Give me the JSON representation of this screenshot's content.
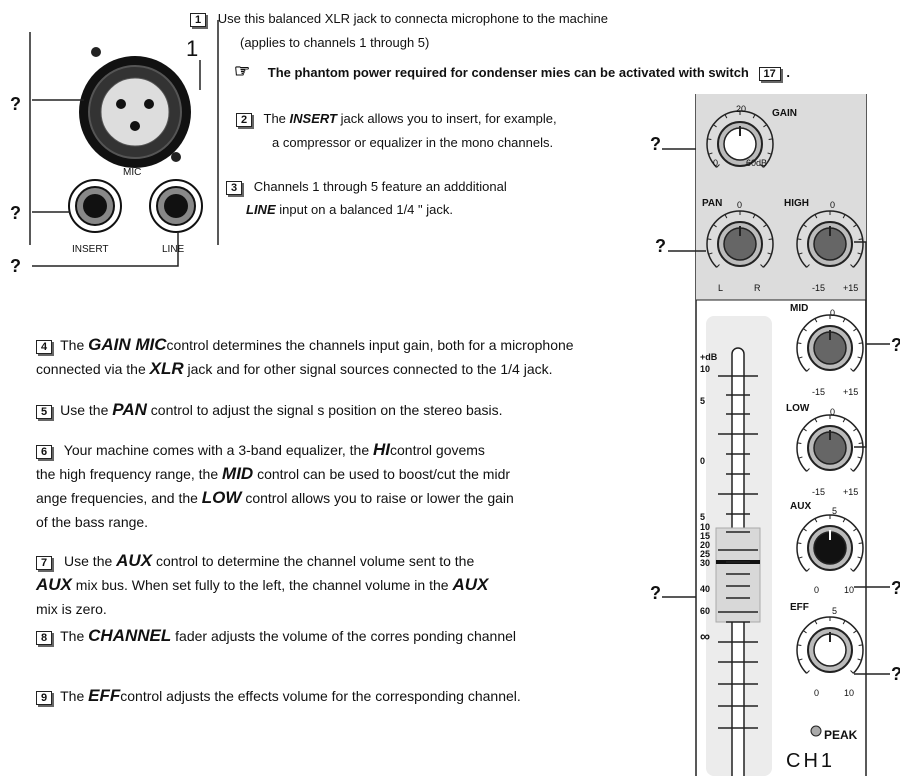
{
  "top_panel": {
    "channel_number": "1",
    "mic_label": "MIC",
    "insert_label": "INSERT",
    "line_label": "LINE",
    "callouts": [
      "?",
      "?",
      "?"
    ]
  },
  "top_notes": {
    "n1_box": "1",
    "n1_line1": "Use this balanced XLR jack to connecta microphone to the machine",
    "n1_line2": "(applies to channels 1 through 5)",
    "hand_icon": "pointing-hand-icon",
    "phantom_text": "The phantom power required for condenser mies can be activated with switch",
    "phantom_switch": "17",
    "phantom_end": ".",
    "n2_box": "2",
    "n2_pre": "The",
    "n2_em": "INSERT",
    "n2_post": "jack allows you to insert, for example,",
    "n2_line2": "a compressor or equalizer in the mono channels.",
    "n3_box": "3",
    "n3_line1": "Channels 1 through 5 feature an addditional",
    "n3_em": "LINE",
    "n3_post": "input on a balanced 1/4 \" jack."
  },
  "paragraphs": {
    "p4_box": "4",
    "p4_pre": "The",
    "p4_em": "GAIN MIC",
    "p4_post": "control determines the channels input gain, both for a microphone",
    "p4_l2_pre": "connected via the",
    "p4_l2_em": "XLR",
    "p4_l2_post": "jack and for other signal sources connected to the 1/4 jack.",
    "p5_box": "5",
    "p5_pre": "Use the",
    "p5_em": "PAN",
    "p5_post": "control to adjust the signal s position on the stereo basis.",
    "p6_box": "6",
    "p6_pre": "Your machine comes with a 3-band equalizer, the",
    "p6_em": "HI",
    "p6_post": "control govems",
    "p6_l2_pre": "the high frequency range, the",
    "p6_l2_em": "MID",
    "p6_l2_post": "control can be used to boost/cut the midr",
    "p6_l3_pre": "ange frequencies, and the",
    "p6_l3_em": "LOW",
    "p6_l3_post": "control allows you to raise or lower the gain",
    "p6_l4": "of the bass range.",
    "p7_box": "7",
    "p7_pre": "Use the",
    "p7_em": "AUX",
    "p7_post": "control to determine the channel volume sent to the",
    "p7_l2_em": "AUX",
    "p7_l2_post": "mix bus. When set fully to the left, the channel volume in the",
    "p7_l2_em2": "AUX",
    "p7_l3": "mix is zero.",
    "p8_box": "8",
    "p8_pre": "The",
    "p8_em": "CHANNEL",
    "p8_post": "fader adjusts the volume of the corres ponding channel",
    "p9_box": "9",
    "p9_pre": "The",
    "p9_em": "EFF",
    "p9_post": "control adjusts the effects volume for the corresponding channel."
  },
  "strip": {
    "gain_label": "GAIN",
    "gain_top": "20",
    "gain_min": "0",
    "gain_max": "60dB",
    "pan_label": "PAN",
    "pan_top": "0",
    "pan_l": "L",
    "pan_r": "R",
    "high_label": "HIGH",
    "high_top": "0",
    "high_min": "-15",
    "high_max": "+15",
    "mid_label": "MID",
    "mid_top": "0",
    "mid_min": "-15",
    "mid_max": "+15",
    "low_label": "LOW",
    "low_top": "0",
    "low_min": "-15",
    "low_max": "+15",
    "aux_label": "AUX",
    "aux_top": "5",
    "aux_min": "0",
    "aux_max": "10",
    "eff_label": "EFF",
    "eff_top": "5",
    "eff_min": "0",
    "eff_max": "10",
    "peak_label": "PEAK",
    "channel_label": "CH1",
    "fader_scale": [
      "+dB",
      "10",
      "5",
      "0",
      "5",
      "10",
      "15",
      "20",
      "25",
      "30",
      "40",
      "60",
      "∞"
    ],
    "callout": "?"
  }
}
